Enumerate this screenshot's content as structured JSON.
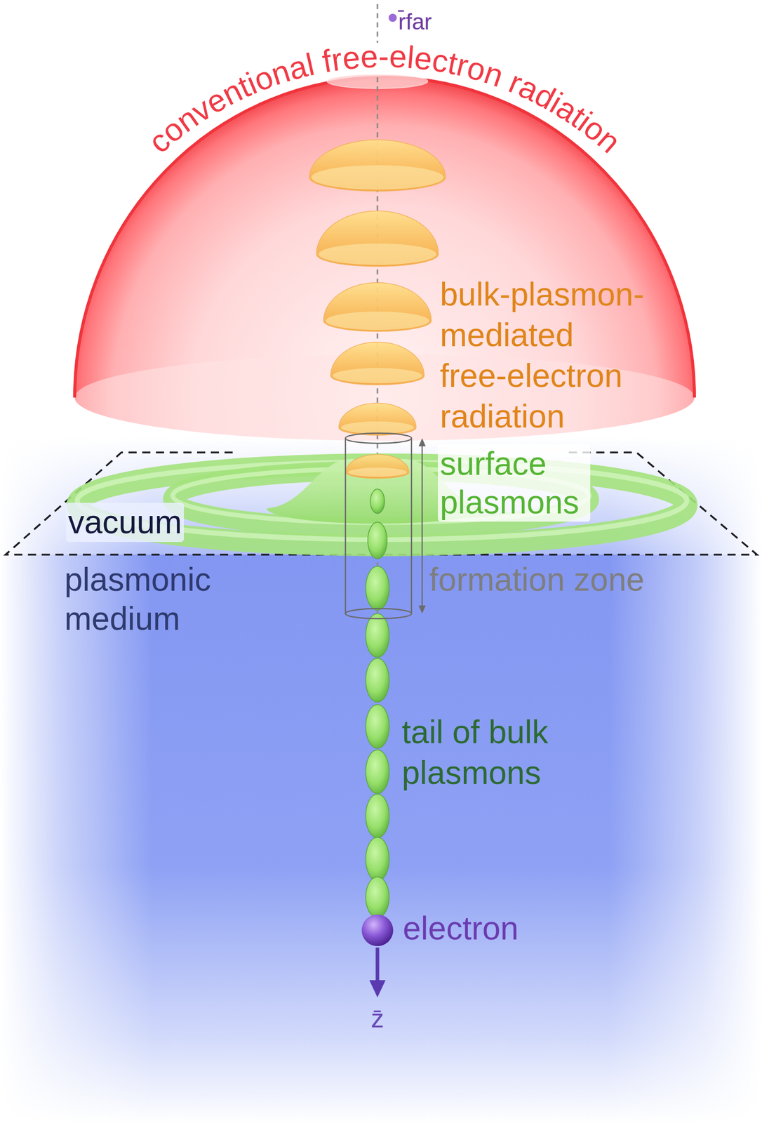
{
  "diagram": {
    "labels": [
      "r̄far",
      "conventional free-electron radiation",
      "bulk-plasmon-mediated free-electron radiation",
      "surface plasmons",
      "vacuum",
      "plasmonic medium",
      "formation zone",
      "tail of bulk plasmons",
      "electron",
      "z̄"
    ]
  }
}
